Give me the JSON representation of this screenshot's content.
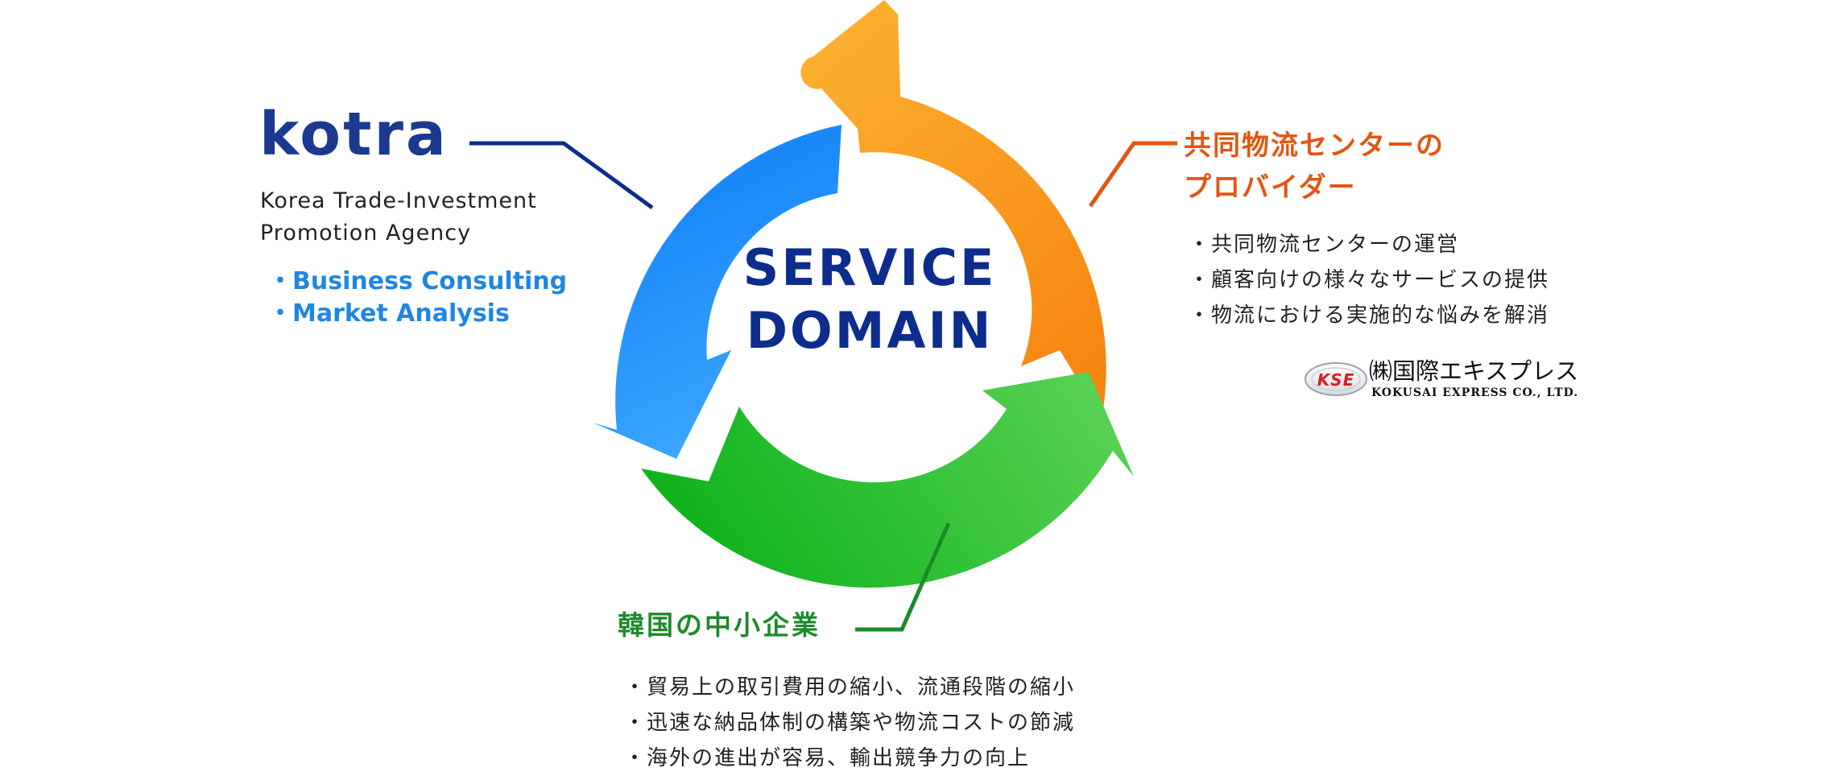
{
  "center": {
    "line1": "SERVICE",
    "line2": "DOMAIN"
  },
  "kotra": {
    "logo_text": "kotra",
    "desc_line1": "Korea Trade-Investment",
    "desc_line2": "Promotion Agency",
    "bullets": [
      "・Business Consulting",
      "・Market Analysis"
    ]
  },
  "logistics_provider": {
    "title_line1": "共同物流センターの",
    "title_line2": "プロバイダー",
    "bullets": [
      "・共同物流センターの運営",
      "・顧客向けの様々なサービスの提供",
      "・物流における実施的な悩みを解消"
    ],
    "company_logo_text": "KSE",
    "company_name": "㈱国際エキスプレス",
    "company_name_en": "KOKUSAI EXPRESS CO., LTD."
  },
  "korean_sme": {
    "title": "韓国の中小企業",
    "bullets": [
      "・貿易上の取引費用の縮小、流通段階の縮小",
      "・迅速な納品体制の構築や物流コストの節減",
      "・海外の進出が容易、輸出競争力の向上"
    ]
  },
  "colors": {
    "blue_dark": "#0a7af5",
    "blue_light": "#3aa6ff",
    "orange_light": "#fbb030",
    "orange_dark": "#f7850f",
    "green_dark": "#12b41e",
    "green_light": "#5fd45a",
    "navy_text": "#0d2d8c",
    "kotra_logo": "#1b3a8f",
    "kotra_bullet": "#1f86e0",
    "orange_text": "#e25612",
    "green_text": "#1e8a2a",
    "body_text": "#222222",
    "connector_blue": "#0d2d8c",
    "connector_orange": "#e25612",
    "connector_green": "#1e8a2a"
  }
}
